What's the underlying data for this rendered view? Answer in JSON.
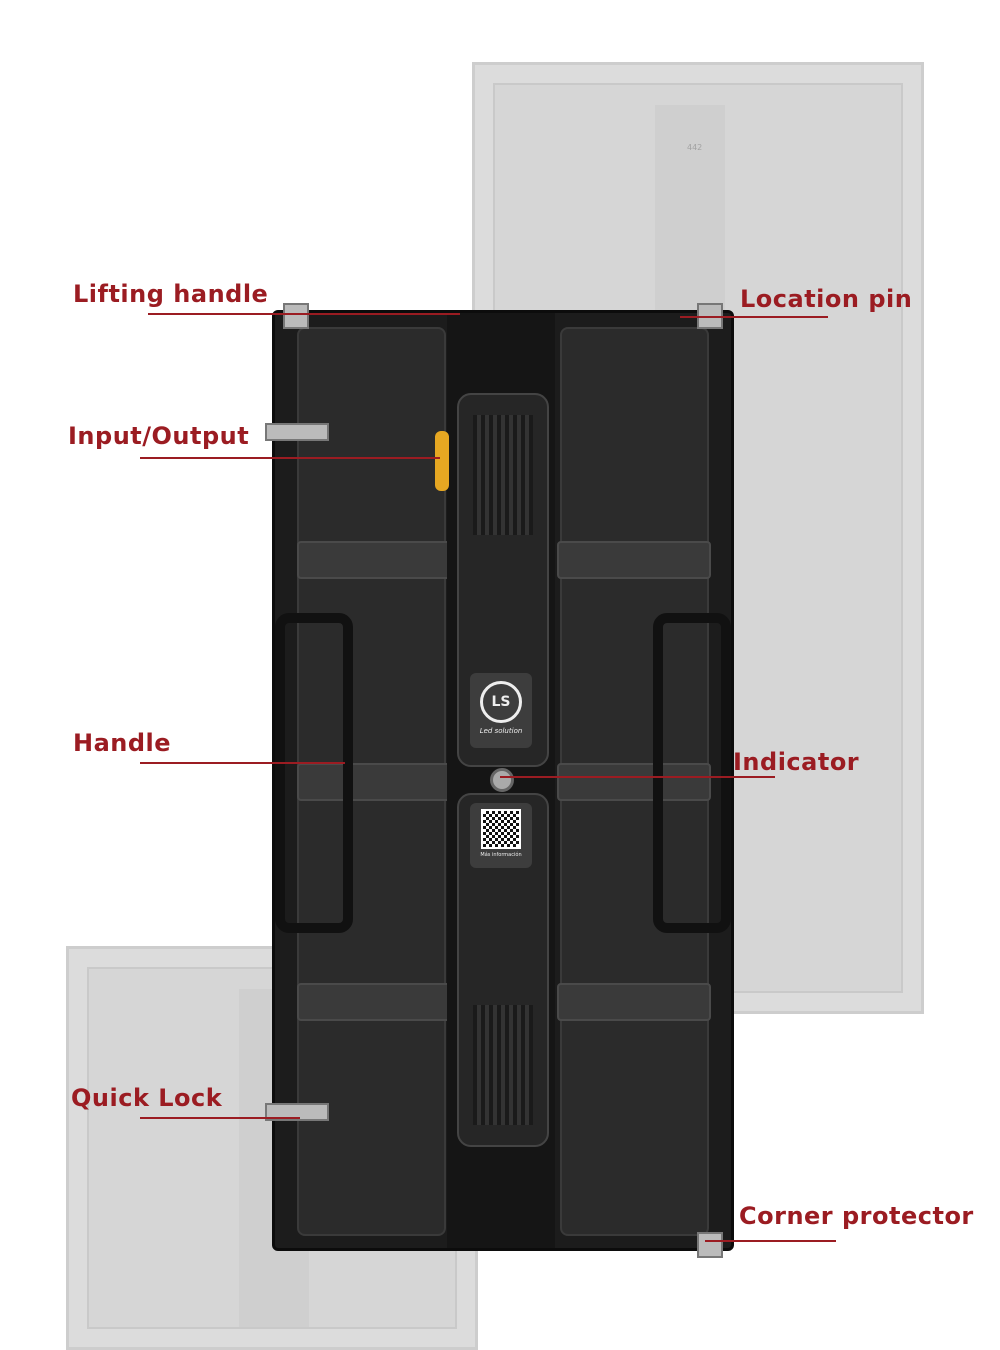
{
  "labels": {
    "lifting_handle": "Lifting handle",
    "location_pin": "Location pin",
    "input_output": "Input/Output",
    "handle": "Handle",
    "indicator": "Indicator",
    "quick_lock": "Quick Lock",
    "corner_protector": "Corner protector"
  },
  "product": {
    "logo_mark": "LS",
    "logo_text": "Led solution",
    "qr_caption": "Más información",
    "ghost_panel_number": "442"
  },
  "colors": {
    "label": "#9b1c22",
    "panel": "#1c1c1c"
  }
}
